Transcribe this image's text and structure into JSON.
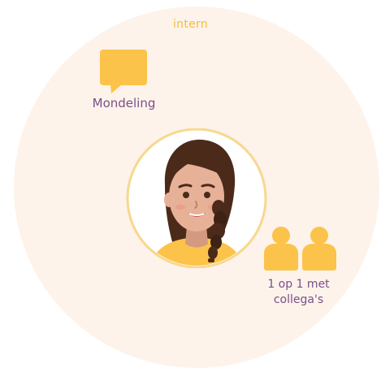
{
  "circle": {
    "label": "intern"
  },
  "items": {
    "conversation": {
      "label": "Mondeling",
      "icon": "speech-bubble-icon"
    },
    "colleagues": {
      "label_line1": "1 op 1 met",
      "label_line2": "collega's",
      "icon": "people-icon"
    }
  },
  "colors": {
    "background_circle": "#fdf3ea",
    "accent_yellow": "#fcc34a",
    "circle_label": "#f4bc3c",
    "text_purple": "#7a4f8a"
  }
}
